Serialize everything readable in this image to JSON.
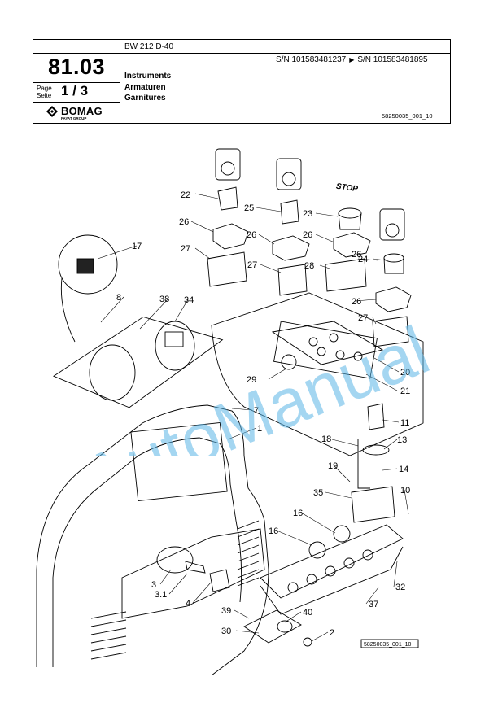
{
  "header": {
    "model": "BW 212 D-40",
    "page_section": "81.03",
    "page_label_lines": [
      "Page",
      "Seite"
    ],
    "page_value": "1 / 3",
    "serial_from": "S/N 101583481237",
    "serial_to": "S/N 101583481895",
    "titles": [
      "Instruments",
      "Armaturen",
      "Garnitures"
    ],
    "doc_ref": "58250035_001_10",
    "brand": {
      "name": "BOMAG",
      "sub": "FAYAT GROUP",
      "color": "#000000"
    }
  },
  "diagram": {
    "stop_label": "STOP",
    "doc_ref_box": "58250035_001_10",
    "callouts": [
      "22",
      "25",
      "23",
      "26",
      "26",
      "26",
      "17",
      "27",
      "26",
      "27",
      "28",
      "24",
      "8",
      "38",
      "34",
      "26",
      "27",
      "20",
      "7",
      "29",
      "21",
      "11",
      "1",
      "18",
      "13",
      "19",
      "14",
      "35",
      "10",
      "16",
      "16",
      "3",
      "3.1",
      "4",
      "32",
      "39",
      "40",
      "37",
      "30",
      "2"
    ]
  },
  "watermark": {
    "text": "AutoManual",
    "color": "#5ab4e6"
  }
}
